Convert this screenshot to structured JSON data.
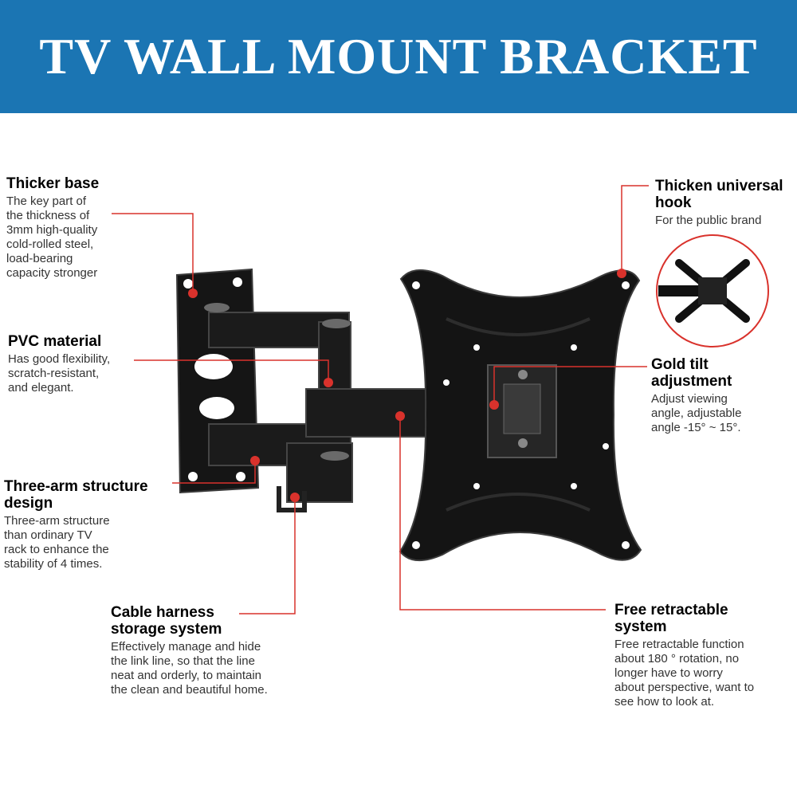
{
  "title": "TV WALL MOUNT BRACKET",
  "colors": {
    "banner": "#1b75b3",
    "leader": "#d9322c",
    "steel": "#111111"
  },
  "callouts": {
    "thicker_base": {
      "title": "Thicker base",
      "desc": "The key part of\nthe thickness of\n3mm high-quality\ncold-rolled steel,\nload-bearing\ncapacity stronger"
    },
    "pvc": {
      "title": "PVC material",
      "desc": "Has good flexibility,\nscratch-resistant,\nand elegant."
    },
    "three_arm": {
      "title": "Three-arm structure\ndesign",
      "desc": "Three-arm structure\nthan ordinary TV\nrack to enhance the\nstability of 4 times."
    },
    "cable": {
      "title": "Cable harness\nstorage system",
      "desc": "Effectively manage and hide\nthe link line, so that the line\nneat and orderly, to maintain\nthe clean and beautiful home."
    },
    "hook": {
      "title": "Thicken universal\nhook",
      "desc": "For the public brand"
    },
    "tilt": {
      "title": "Gold tilt\nadjustment",
      "desc": "Adjust viewing\nangle, adjustable\nangle -15° ~ 15°."
    },
    "retract": {
      "title": "Free retractable\nsystem",
      "desc": "Free retractable function\nabout 180 ° rotation, no\nlonger have to worry\nabout perspective, want to\nsee how to look at."
    }
  }
}
